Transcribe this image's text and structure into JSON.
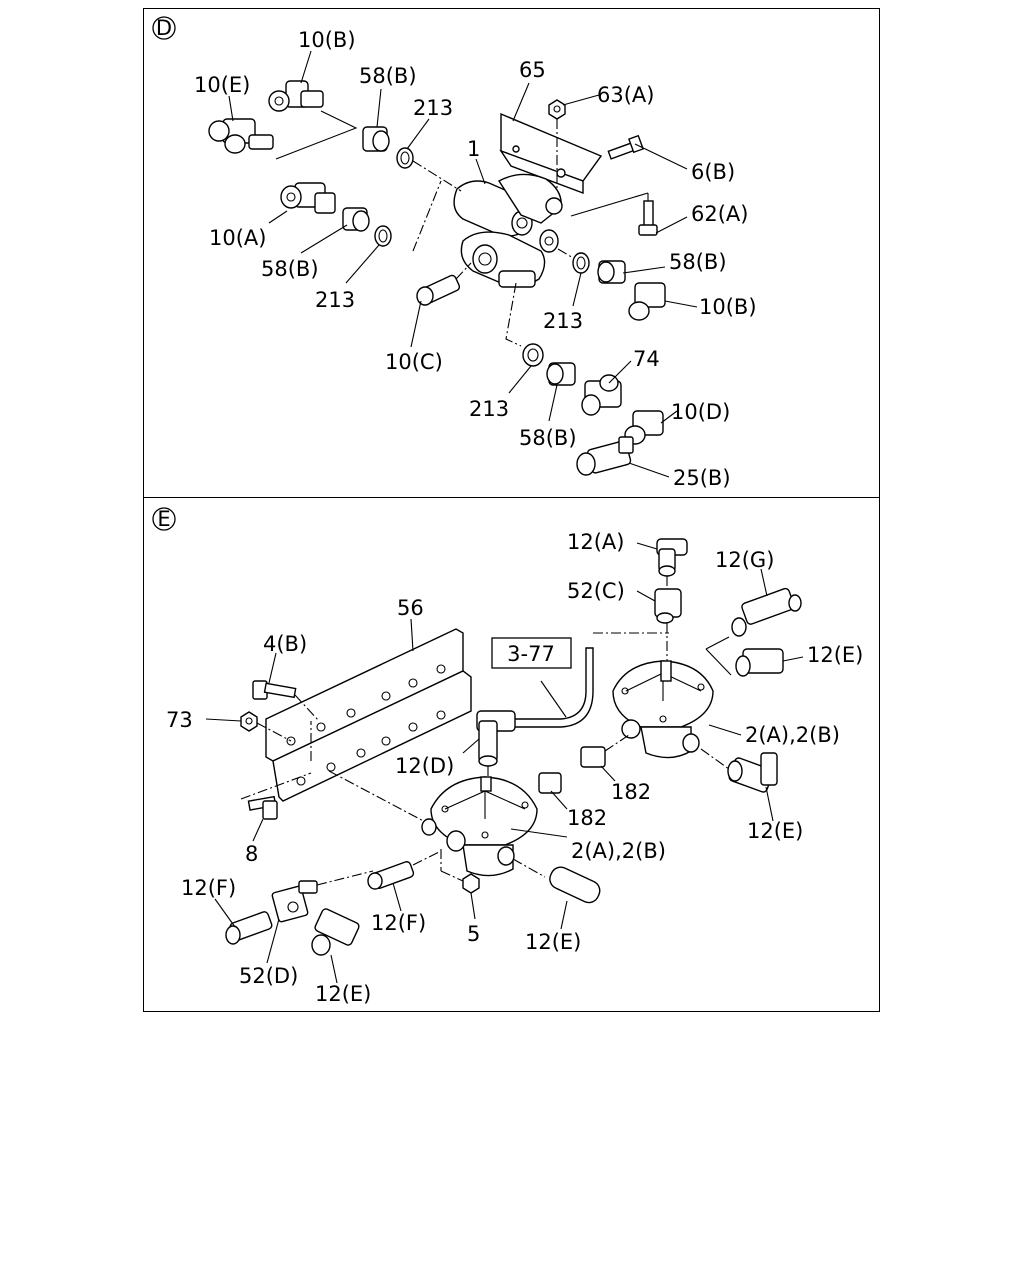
{
  "panels": [
    {
      "marker": "D",
      "labels": {
        "p10B_top": "10(B)",
        "p10E": "10(E)",
        "p58B_top": "58(B)",
        "p213_top": "213",
        "p65": "65",
        "p63A": "63(A)",
        "p1": "1",
        "p6B": "6(B)",
        "p62A": "62(A)",
        "p10A": "10(A)",
        "p58B_left": "58(B)",
        "p213_left": "213",
        "p58B_right": "58(B)",
        "p10B_right": "10(B)",
        "p213_right": "213",
        "p10C": "10(C)",
        "p74": "74",
        "p10D": "10(D)",
        "p213_bottom": "213",
        "p58B_bottom": "58(B)",
        "p25B": "25(B)"
      }
    },
    {
      "marker": "E",
      "labels": {
        "p12A": "12(A)",
        "p52C": "52(C)",
        "p12G": "12(G)",
        "p56": "56",
        "p4B": "4(B)",
        "ref377": "3-77",
        "p12E_top": "12(E)",
        "p73": "73",
        "p2A2B_right": "2(A),2(B)",
        "p12D": "12(D)",
        "p182_right": "182",
        "p182_left": "182",
        "p8": "8",
        "p2A2B_left": "2(A),2(B)",
        "p12E_right": "12(E)",
        "p12F_left": "12(F)",
        "p12F_mid": "12(F)",
        "p5": "5",
        "p12E_mid": "12(E)",
        "p52D": "52(D)",
        "p12E_bottom": "12(E)"
      }
    }
  ]
}
